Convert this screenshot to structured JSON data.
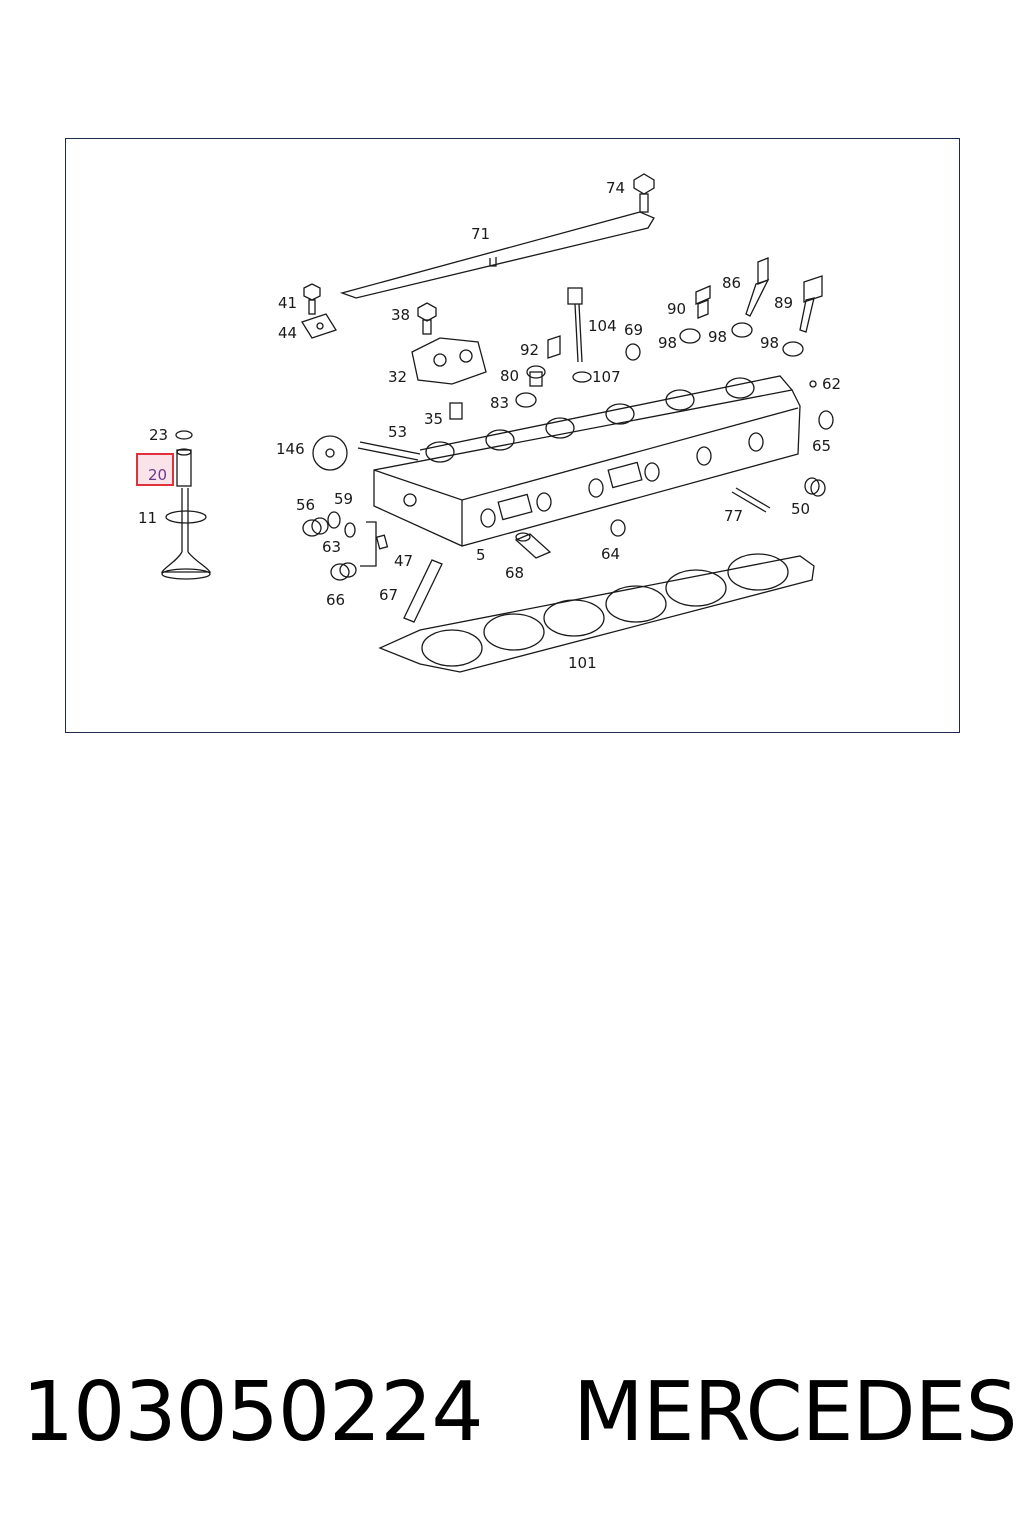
{
  "diagram": {
    "highlight_color": "#e0323c",
    "highlighted_part": "20",
    "callouts": [
      "74",
      "71",
      "41",
      "44",
      "38",
      "32",
      "104",
      "69",
      "90",
      "86",
      "89",
      "92",
      "80",
      "107",
      "98",
      "98",
      "98",
      "83",
      "35",
      "53",
      "62",
      "146",
      "65",
      "23",
      "20",
      "11",
      "56",
      "59",
      "63",
      "47",
      "5",
      "68",
      "64",
      "77",
      "50",
      "66",
      "67",
      "101"
    ]
  },
  "footer": {
    "part_number": "103050224",
    "brand": "MERCEDES"
  }
}
